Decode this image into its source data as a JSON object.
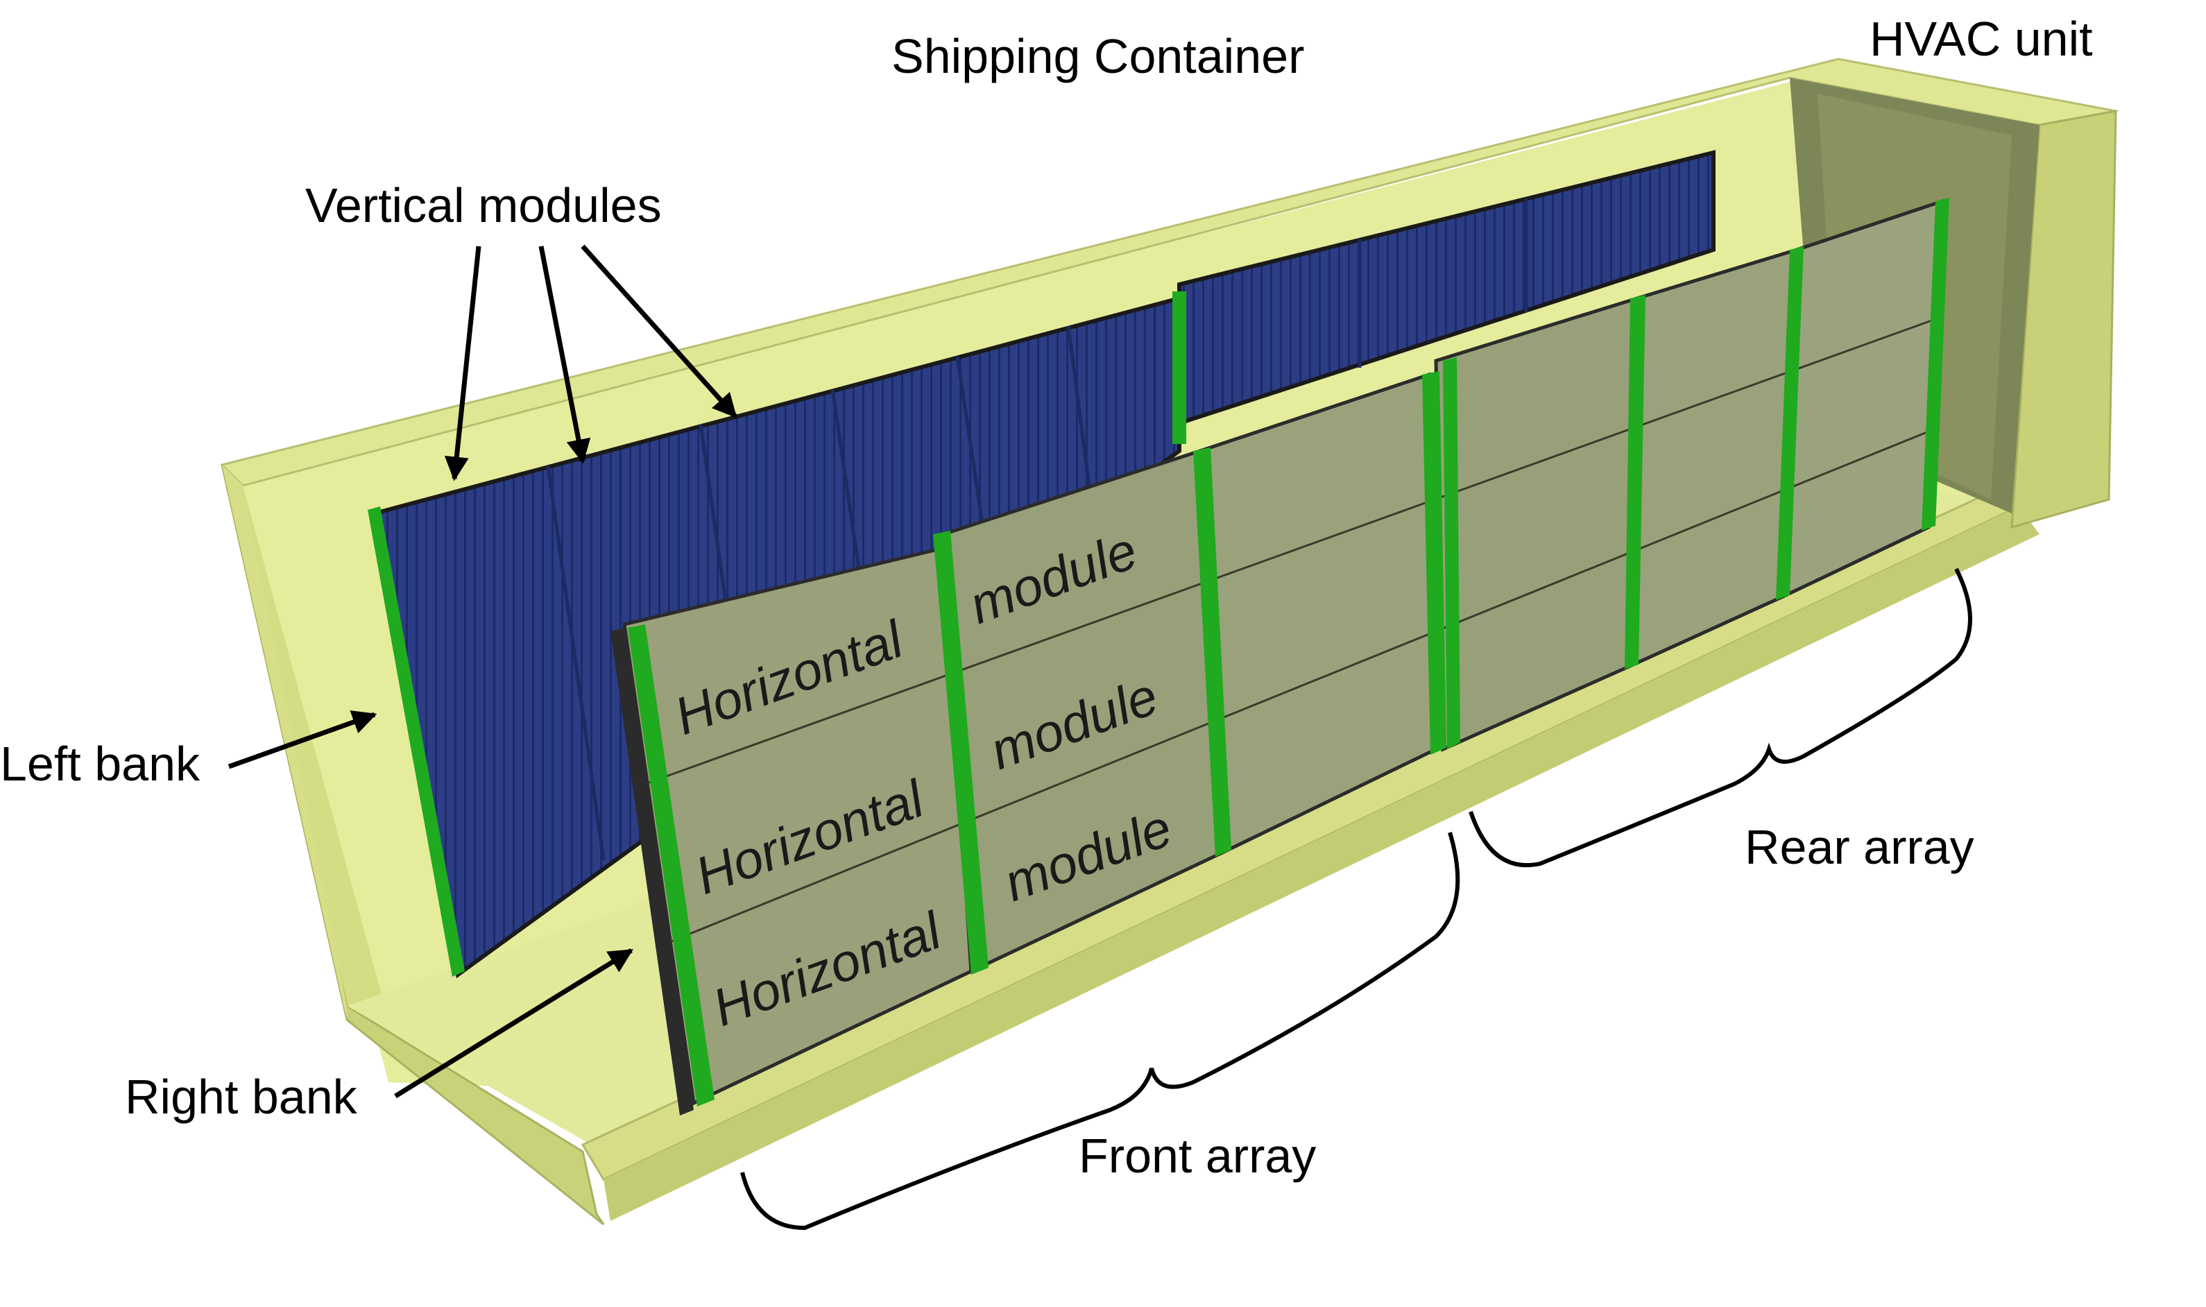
{
  "labels": {
    "shipping_container": "Shipping Container",
    "hvac_unit": "HVAC unit",
    "vertical_modules": "Vertical modules",
    "left_bank": "Left bank",
    "right_bank": "Right bank",
    "front_array": "Front array",
    "rear_array": "Rear array"
  },
  "module_texts": {
    "row1_left": "Horizontal",
    "row1_right": "module",
    "row2_left": "Horizontal",
    "row2_right": "module",
    "row3_left": "Horizontal",
    "row3_right": "module"
  },
  "colors": {
    "container": "#d8e08a",
    "container_dark": "#b9c26c",
    "container_edge": "#c8d07a",
    "hvac": "#7d8656",
    "vertical_module": "#2c3d86",
    "horizontal_module": "#9aa07a",
    "frame_green": "#1faa1f",
    "dark_rail": "#2b2b2b"
  }
}
